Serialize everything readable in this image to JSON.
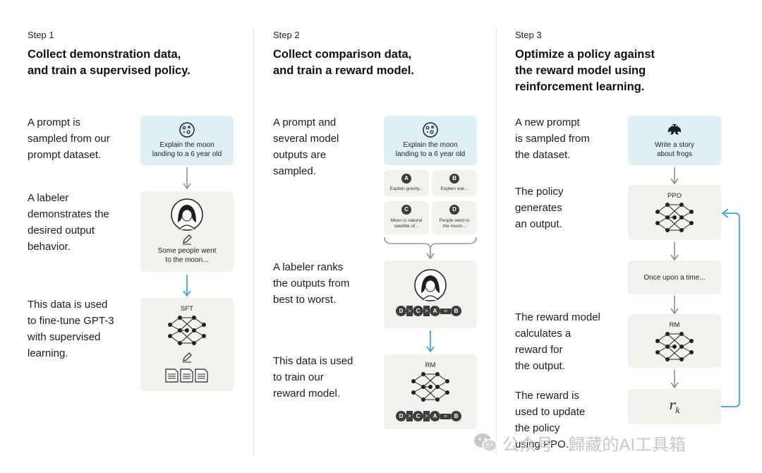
{
  "step1": {
    "label": "Step 1",
    "title_line1": "Collect demonstration data,",
    "title_line2": "and train a supervised policy.",
    "desc1": [
      "A prompt is",
      "sampled from our",
      "prompt dataset."
    ],
    "desc2": [
      "A labeler",
      "demonstrates the",
      "desired output",
      "behavior."
    ],
    "desc3": [
      "This data is used",
      "to fine-tune GPT-3",
      "with supervised",
      "learning."
    ],
    "prompt_box": [
      "Explain the moon",
      "landing to a 6 year old"
    ],
    "demo_text": [
      "Some people went",
      "to the moon..."
    ],
    "model_label": "SFT"
  },
  "step2": {
    "label": "Step 2",
    "title_line1": "Collect comparison data,",
    "title_line2": "and train a reward model.",
    "desc1": [
      "A prompt and",
      "several model",
      "outputs are",
      "sampled."
    ],
    "desc2": [
      "A labeler ranks",
      "the outputs from",
      "best to worst."
    ],
    "desc3": [
      "This data is used",
      "to train our",
      "reward model."
    ],
    "prompt_box": [
      "Explain the moon",
      "landing to a 6 year old"
    ],
    "outputs": [
      {
        "letter": "A",
        "text": [
          "Explain gravity..."
        ]
      },
      {
        "letter": "B",
        "text": [
          "Explain war..."
        ]
      },
      {
        "letter": "C",
        "text": [
          "Moon is natural",
          "satellite of..."
        ]
      },
      {
        "letter": "D",
        "text": [
          "People went to",
          "the moon..."
        ]
      }
    ],
    "ranking": [
      "D",
      ">",
      "C",
      ">",
      "A",
      "=",
      "B"
    ],
    "model_label": "RM"
  },
  "step3": {
    "label": "Step 3",
    "title_line1": "Optimize a policy against",
    "title_line2": "the reward model using",
    "title_line3": "reinforcement learning.",
    "desc1": [
      "A new prompt",
      "is sampled from",
      "the dataset."
    ],
    "desc2": [
      "The policy",
      "generates",
      "an output."
    ],
    "desc3": [
      "The reward model",
      "calculates a",
      "reward for",
      "the output."
    ],
    "desc4": [
      "The reward is",
      "used to update",
      "the policy",
      "using PPO."
    ],
    "prompt_box": [
      "Write a story",
      "about frogs"
    ],
    "policy_label": "PPO",
    "output_text": "Once upon a time...",
    "rm_label": "RM",
    "reward_label": "r",
    "reward_sub": "k"
  },
  "watermark": "公众号 · 歸藏的AI工具箱",
  "colors": {
    "blue_box": "#def0f6",
    "gray_box": "#f2f2ed",
    "blue_arrow": "#3ea6dc",
    "gray_arrow": "#888888"
  }
}
